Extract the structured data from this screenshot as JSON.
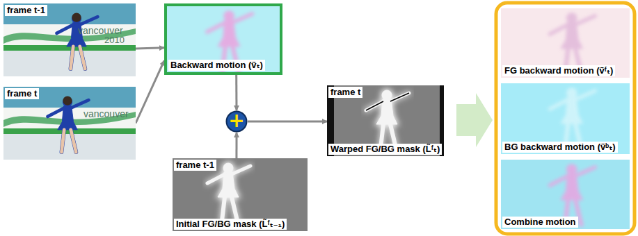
{
  "diagram": {
    "nodes": [
      {
        "text": [
          "frame t-1"
        ]
      },
      {
        "text": [
          "frame t"
        ]
      },
      {
        "text": [
          "Backward motion (ṽₜ)"
        ]
      },
      {
        "text": [
          "+"
        ]
      },
      {
        "text": [
          "frame t-1",
          "Initial FG/BG mask (L̃ᶠₜ₋₁)"
        ]
      },
      {
        "text": [
          "frame t",
          "Warped FG/BG mask (L̃ᶠₜ)"
        ]
      },
      {
        "text": [
          "FG backward motion (ṽᶠₜ)"
        ]
      },
      {
        "text": [
          "BG backward motion (ṽᵇₜ)"
        ]
      },
      {
        "text": [
          "Combine motion"
        ]
      }
    ],
    "edges": [
      {
        "from": 0,
        "to": 2,
        "arrow": "to"
      },
      {
        "from": 1,
        "to": 2,
        "arrow": "to"
      },
      {
        "from": 2,
        "to": 3,
        "arrow": "to"
      },
      {
        "from": 4,
        "to": 3,
        "arrow": "to"
      },
      {
        "from": 3,
        "to": 5,
        "arrow": "to"
      }
    ],
    "labels": [
      "vancouver",
      "2010",
      "vancouver"
    ]
  }
}
